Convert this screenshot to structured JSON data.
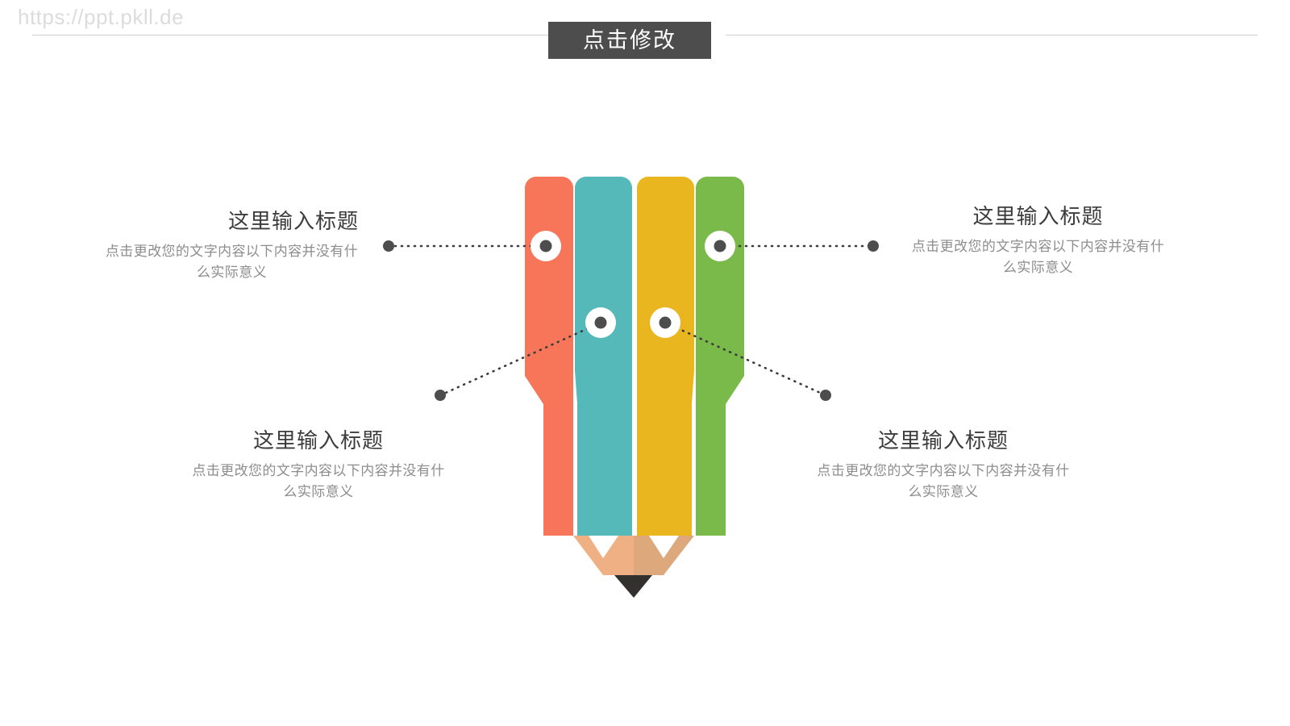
{
  "watermark": {
    "text": "https://ppt.pkll.de"
  },
  "header": {
    "title": "点击修改"
  },
  "callouts": [
    {
      "id": "top-left",
      "title": "这里输入标题",
      "body": "点击更改您的文字内容以下内容并没有什么实际意义"
    },
    {
      "id": "top-right",
      "title": "这里输入标题",
      "body": "点击更改您的文字内容以下内容并没有什么实际意义"
    },
    {
      "id": "bottom-left",
      "title": "这里输入标题",
      "body": "点击更改您的文字内容以下内容并没有什么实际意义"
    },
    {
      "id": "bottom-right",
      "title": "这里输入标题",
      "body": "点击更改您的文字内容以下内容并没有什么实际意义"
    }
  ],
  "graphic": {
    "name": "pencil-infographic",
    "strip_colors": {
      "orange": "#f7765a",
      "teal": "#55b9b9",
      "yellow": "#eab61f",
      "green": "#79ba4a"
    },
    "wood_light": "#efb184",
    "wood_dark": "#dda97c",
    "graphite": "#33312e",
    "marker_outer": "#ffffff",
    "marker_inner": "#4d4d4d",
    "connector_color": "#3c3c3c",
    "title_box_color": "#4d4d4d",
    "rule_color": "#cfcfcf"
  }
}
